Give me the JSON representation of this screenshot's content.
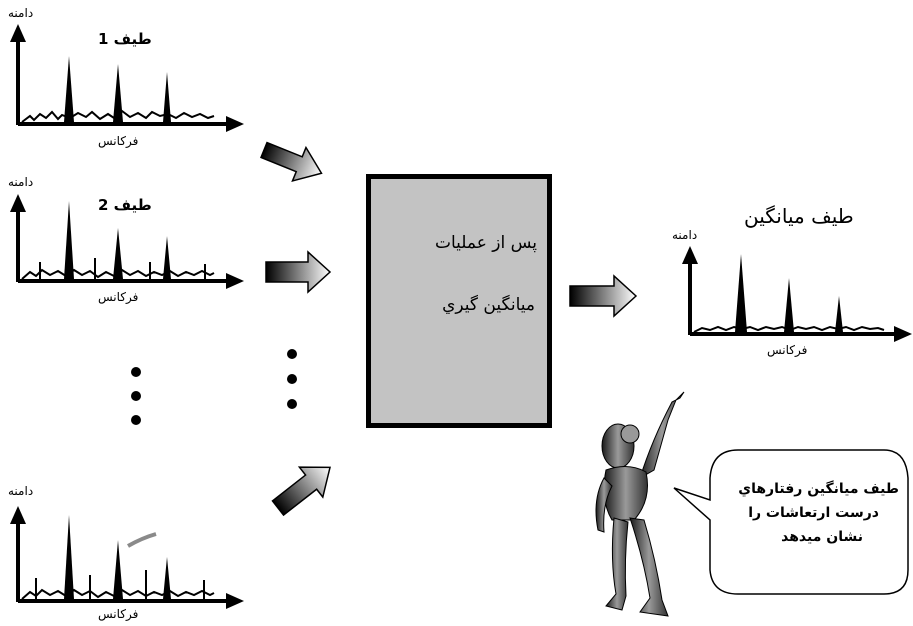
{
  "spectra": [
    {
      "title": "طيف 1",
      "ylabel": "دامنه",
      "xlabel": "فركانس"
    },
    {
      "title": "طيف 2",
      "ylabel": "دامنه",
      "xlabel": "فركانس"
    },
    {
      "title": "",
      "ylabel": "دامنه",
      "xlabel": "فركانس"
    }
  ],
  "process_box": {
    "line1": "پس از عمليات",
    "line2": "ميانگين  گيري"
  },
  "result": {
    "title": "طيف  ميانگين",
    "ylabel": "دامنه",
    "xlabel": "فركانس"
  },
  "speech_bubble": {
    "lines": [
      "طيف ميانگين رفتارهاي",
      "درست ارتعاشات را",
      "نشان ميدهد"
    ]
  },
  "ellipsis_dots": 3
}
